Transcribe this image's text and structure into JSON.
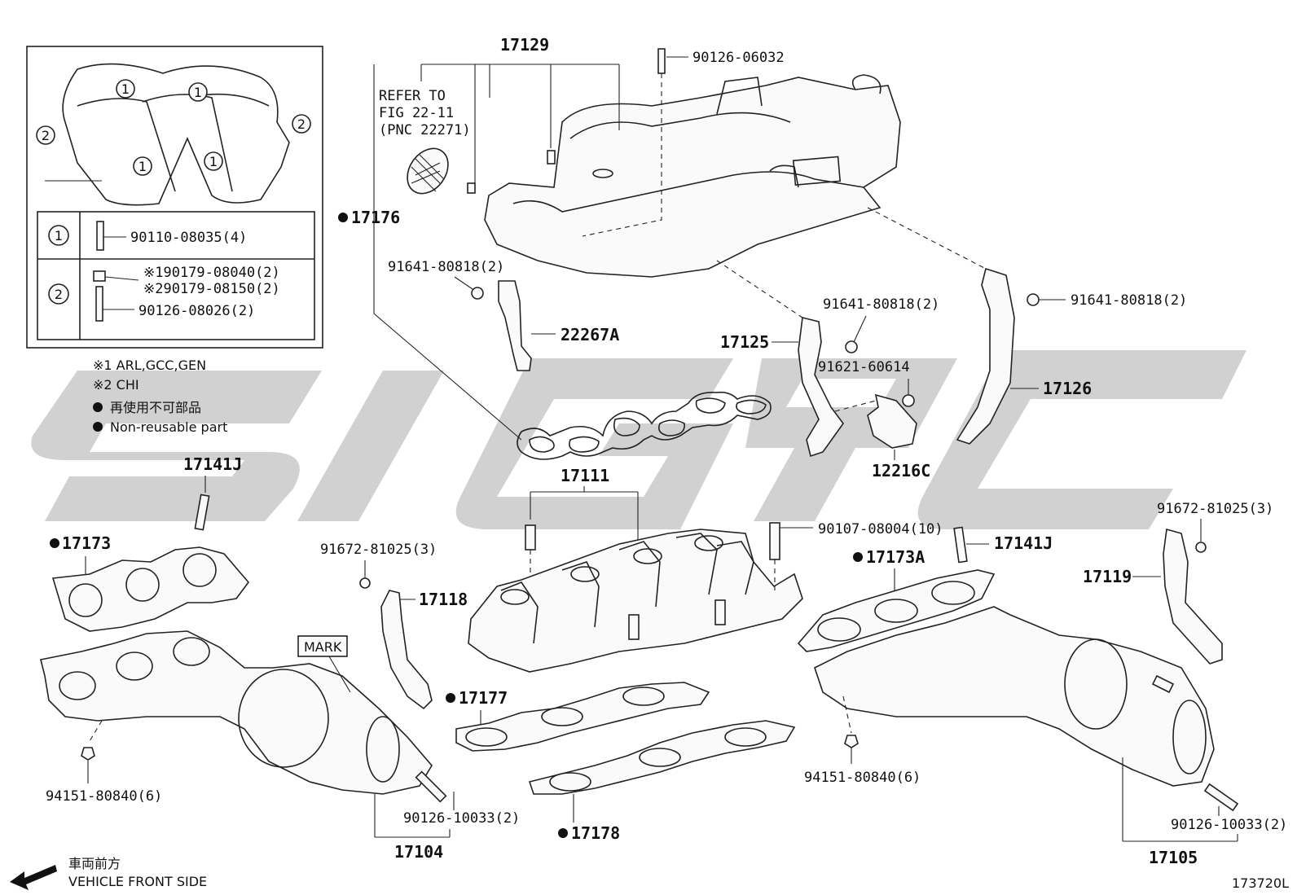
{
  "diagram_code": "173720L",
  "direction": {
    "label_jp": "車両前方",
    "label_en": "VEHICLE FRONT SIDE"
  },
  "inset": {
    "rows": [
      {
        "marker": "1",
        "lines": [
          "90110-08035(4)"
        ]
      },
      {
        "marker": "2",
        "lines": [
          "※190179-08040(2)",
          "※290179-08150(2)",
          "90126-08026(2)"
        ]
      }
    ],
    "callout_markers": [
      "1",
      "1",
      "1",
      "1",
      "2",
      "2"
    ]
  },
  "notes": {
    "note1": "※1 ARL,GCC,GEN",
    "note2": "※2 CHI",
    "nonreuse_jp": "再使用不可部品",
    "nonreuse_en": "Non-reusable part"
  },
  "refer": {
    "line1": "REFER TO",
    "line2": "FIG 22-11",
    "line3": "(PNC 22271)"
  },
  "parts": {
    "p17129": "17129",
    "p90126_06032": "90126-06032",
    "p17176": "17176",
    "p91641_a": "91641-80818(2)",
    "p22267A": "22267A",
    "p91641_b": "91641-80818(2)",
    "p91641_c": "91641-80818(2)",
    "p17125": "17125",
    "p91621": "91621-60614",
    "p17126": "17126",
    "p12216C": "12216C",
    "p17111": "17111",
    "p17141J_left": "17141J",
    "p17173": "17173",
    "p91672_left": "91672-81025(3)",
    "p17118": "17118",
    "p90107": "90107-08004(10)",
    "p17141J_right": "17141J",
    "p17173A": "17173A",
    "p91672_right": "91672-81025(3)",
    "p17119": "17119",
    "mark": "MARK",
    "p17177": "17177",
    "p94151_left": "94151-80840(6)",
    "p90126_10033_left": "90126-10033(2)",
    "p17104": "17104",
    "p17178": "17178",
    "p94151_right": "94151-80840(6)",
    "p90126_10033_right": "90126-10033(2)",
    "p17105": "17105"
  }
}
